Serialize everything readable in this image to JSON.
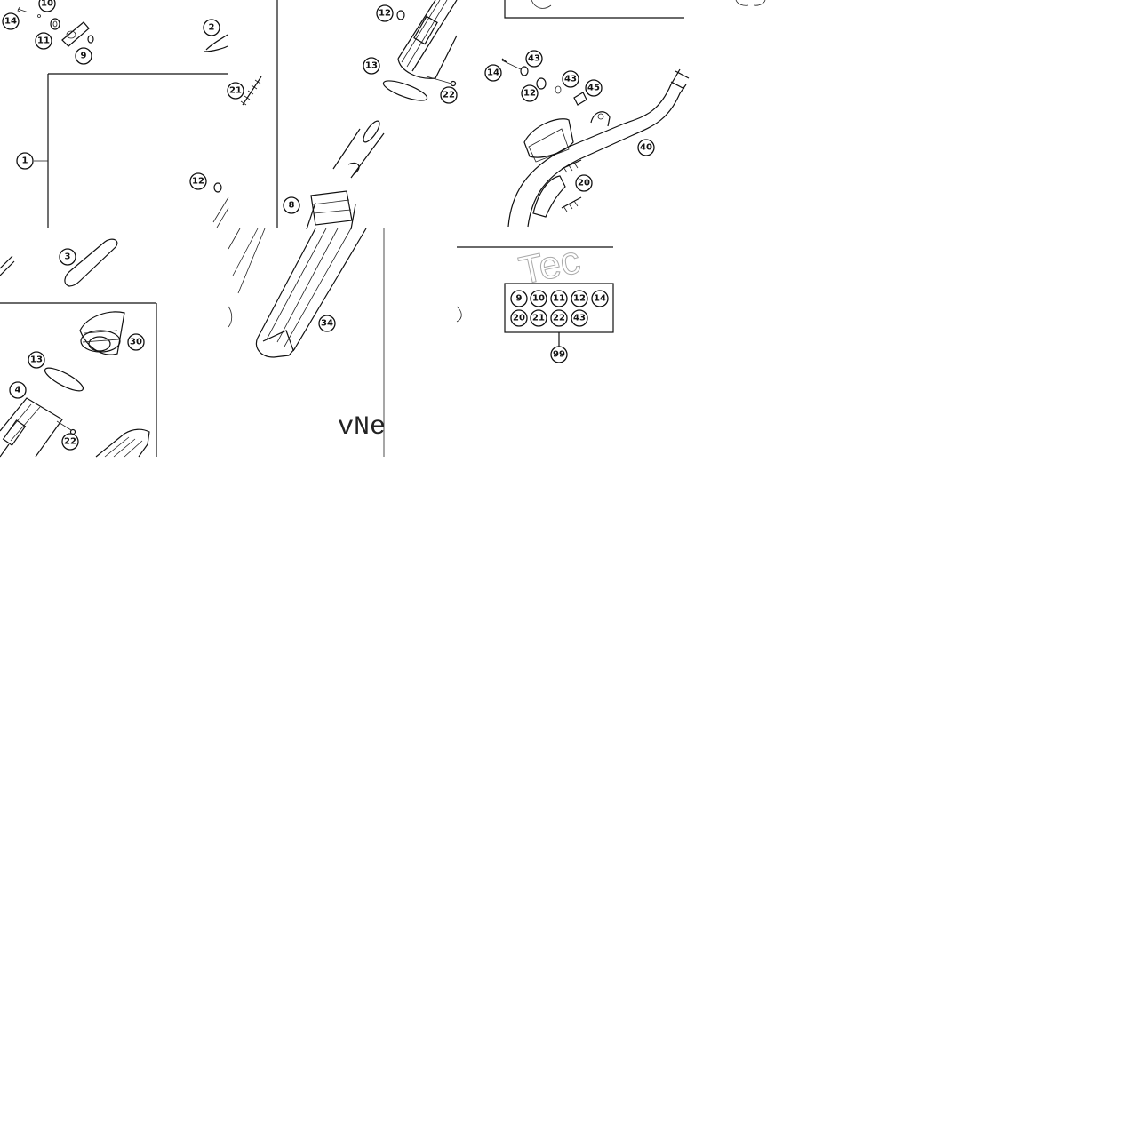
{
  "callouts": {
    "c14a": "14",
    "c10a": "10",
    "c11a": "11",
    "c9a": "9",
    "c2": "2",
    "c21a": "21",
    "c1": "1",
    "c12a": "12",
    "c12b": "12",
    "c13a": "13",
    "c22a": "22",
    "c8": "8",
    "c14b": "14",
    "c43a": "43",
    "c12c": "12",
    "c43b": "43",
    "c45": "45",
    "c40": "40",
    "c20": "20",
    "c3": "3",
    "c30": "30",
    "c13b": "13",
    "c4": "4",
    "c22b": "22",
    "c34": "34",
    "c99": "99"
  },
  "kit_box": {
    "row1": [
      "9",
      "10",
      "11",
      "12",
      "14"
    ],
    "row2": [
      "20",
      "21",
      "22",
      "43"
    ]
  },
  "watermarks": {
    "tech": "Tec",
    "vnet": "vNe"
  }
}
